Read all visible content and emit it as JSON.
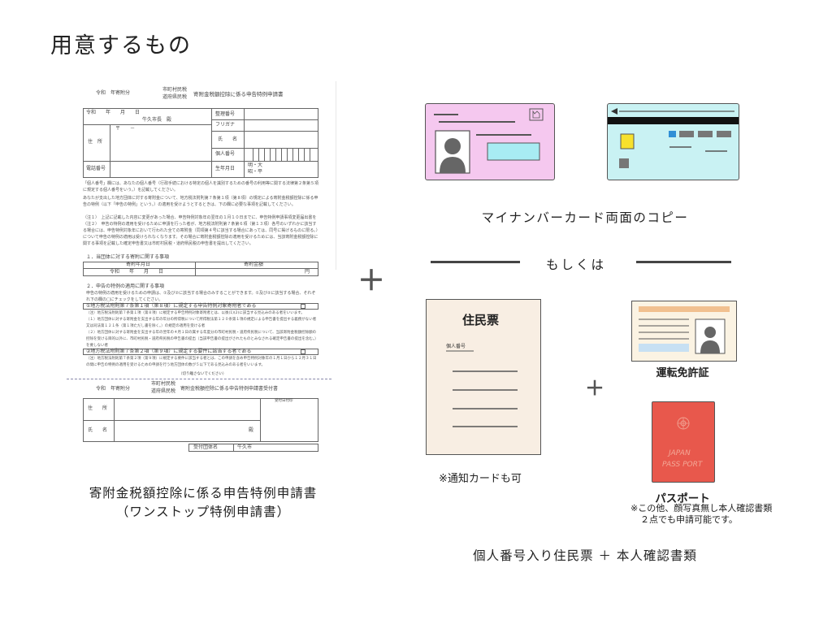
{
  "page": {
    "title": "用意するもの"
  },
  "form": {
    "header": {
      "reiwa_year": "令和　年寄附分",
      "tax_line1": "市町村民税",
      "tax_line2": "道府県民税",
      "form_name": "寄附金税額控除に係る申告特例申請書"
    },
    "date_label": "令和　　年　　月　　日",
    "addressee": "牛久市長　殿",
    "labels": {
      "seiri": "整理番号",
      "furigana": "フリガナ",
      "shimei": "氏　　名",
      "kojin_bango": "個人番号",
      "jusho": "住　所",
      "postal": "〒　　－",
      "denwa": "電話番号",
      "seinengappi": "生年月日",
      "era": "明・大",
      "era2": "昭・平"
    },
    "note1": "「個人番号」欄には、あなたの個人番号（行政手続における特定の個人を識別するための番号の利用等に関する法律第２条第５項に規定する個人番号をいう。）を記載してください。",
    "note2": "あなたが支出した地方団体に対する寄附金について、地方税法附則第７条第１項（第８項）の規定による寄附金税額控除に係る申告の特例（以下「申告の特例」という。）の適用を受けようとするときは、下の欄に必要な事項を記載してください。",
    "note3": "（注１）　上記に記載した内容に変更があった場合、申告特例対象年の翌年の１月１０日までに、申告特例申請事項変更届出書を提出してください。",
    "note4": "（注２）　申告の特例の適用を受けるために申請を行った者が、地方税法附則第７条第６項（第１３項）各号のいずれかに該当する場合には、申告特例対象年において行われた全ての寄附金（同項第４号に該当する場合にあっては、同号に掲げるものに限る。）について申告の特例の適用は受けられなくなります。その場合に寄附金税額控除の適用を受けるためには、当該寄附金税額控除に関する事項を記載した確定申告書又は市町村民税・道府県民税の申告書を提出してください。",
    "section1": "１．当団体に対する寄附に関する事項",
    "table_h1": "寄附年月日",
    "table_h2": "寄附金額",
    "table_date": "令和　　年　　月　　日",
    "table_yen": "円",
    "section2": "２．申告の特例の適用に関する事項",
    "section2_note": "申告の特例の適用を受けるための申請は、①及び②に該当する場合のみすることができます。①及び②に該当する場合、それぞれ下の欄の□にチェックをしてください。",
    "check1": "①地方税法附則第７条第１項（第８項）に規定する申告特例対象寄附者である",
    "check1_note": "（注）地方税法附則第７条第１項（第８項）に規定する申告特例対象寄附者とは、以後(1)(2)に該当する見込みのある者をいいます。",
    "check1_note2": "（１）地方団体に対する寄附金を支出する年の年分の所得税について所得税法第１２０条第１項の規定による申告書を提出する義務がない者又は同法第１２１条（第１項ただし書を除く。）の規定の適用を受ける者",
    "check1_note3": "（２）地方団体に対する寄附金を支出する年の翌年の４月１日の属する年度分の市町村民税・道府県民税について、当該寄附金税額控除額の控除を受ける目的以外に、市町村民税・道府県民税の申告書の提出（当該申告書の提出がされたものとみなされる確定申告書の提出を含む。）を要しない者",
    "check2": "②地方税法附則第７条第２項（第９項）に規定する要件に該当する者である",
    "check2_note": "（注）地方税法附則第７条第２項（第９項）に規定する要件に該当する者とは、この申請を含め申告特例対象年の１月１日から１２月３１日の間に申告の特例の適用を受けるための申請を行う地方団体の数が５以下である見込みのある者をいいます。",
    "cut_note": "（切り離さないでください）",
    "receipt_title": "寄附金税額控除に係る申告特例申請書受付書",
    "receipt_stamp": "受付日付印",
    "receipt_juusho": "住　　所",
    "receipt_shimei": "氏　　名",
    "receipt_dono": "殿",
    "receipt_dantai": "受付団体名",
    "receipt_city": "牛久市"
  },
  "form_caption": {
    "line1": "寄附金税額控除に係る申告特例申請書",
    "line2": "（ワンストップ特例申請書）"
  },
  "cards_caption": "マイナンバーカード両面のコピー",
  "or_text": "もしくは",
  "plus_symbol": "＋",
  "resident": {
    "title": "住民票",
    "small": "個人番号",
    "note": "※通知カードも可"
  },
  "license": {
    "label": "運転免許証"
  },
  "passport": {
    "cover_line1": "JAPAN",
    "cover_line2": "PASS PORT",
    "label": "パスポート",
    "note_line1": "※この他、顔写真無し本人確認書類",
    "note_line2": "２点でも申請可能です。"
  },
  "bottom_caption": "個人番号入り住民票 ＋ 本人確認書類",
  "colors": {
    "mynumber_front": "#f5c8ef",
    "mynumber_back": "#c9f2f3",
    "resident_paper": "#f8eee3",
    "license_bg": "#fbf3e3",
    "passport_cover": "#e8584c"
  }
}
